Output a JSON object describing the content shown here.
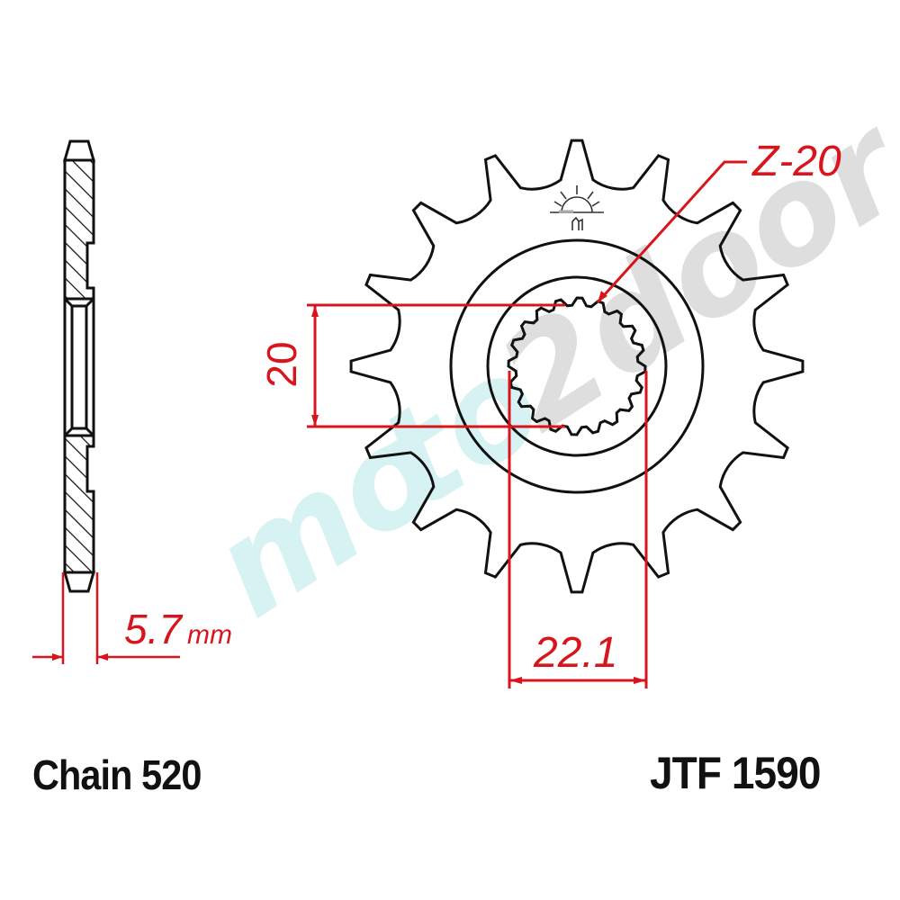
{
  "diagram": {
    "type": "sprocket-technical-drawing",
    "part_number": "JTF 1590",
    "chain_label": "Chain 520",
    "dimensions": {
      "spline_count_label": "Z-20",
      "bore_height": "20",
      "bore_width": "22.1",
      "thickness_value": "5.7",
      "thickness_unit": "mm"
    },
    "watermark": {
      "text": "moto2door",
      "colors": {
        "moto": "#d6f2f2",
        "2door": "#dedede"
      }
    },
    "colors": {
      "outline": "#111111",
      "dimension": "#d8141c",
      "background": "#ffffff"
    },
    "icons": [
      "jt-sun-logo-icon"
    ]
  }
}
